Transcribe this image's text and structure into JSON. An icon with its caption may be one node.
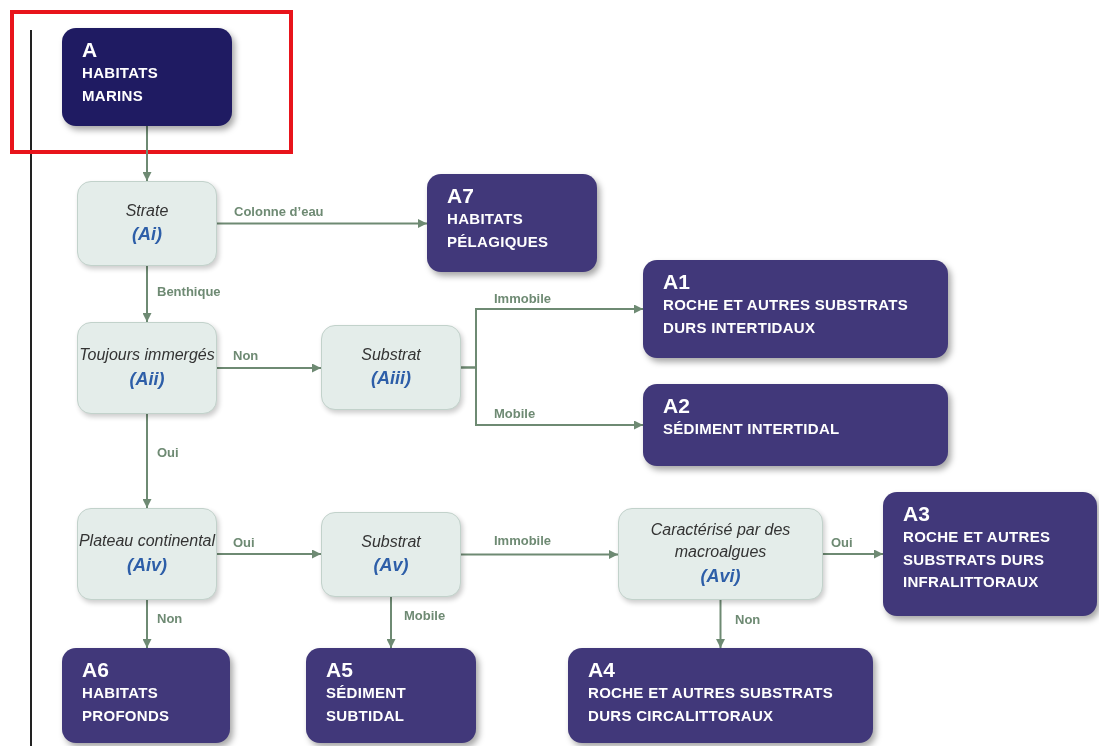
{
  "diagram": {
    "nodes": [
      {
        "text": [
          "A",
          "HABITATS MARINS"
        ]
      },
      {
        "text": [
          "Strate",
          "(Ai)"
        ]
      },
      {
        "text": [
          "A7",
          "HABITATS PÉLAGIQUES"
        ]
      },
      {
        "text": [
          "Toujours immergés",
          "(Aii)"
        ]
      },
      {
        "text": [
          "Substrat",
          "(Aiii)"
        ]
      },
      {
        "text": [
          "A1",
          "ROCHE ET AUTRES SUBSTRATS DURS INTERTIDAUX"
        ]
      },
      {
        "text": [
          "A2",
          "SÉDIMENT INTERTIDAL"
        ]
      },
      {
        "text": [
          "Plateau continental",
          "(Aiv)"
        ]
      },
      {
        "text": [
          "Substrat",
          "(Av)"
        ]
      },
      {
        "text": [
          "Caractérisé par des macroalgues",
          "(Avi)"
        ]
      },
      {
        "text": [
          "A3",
          "ROCHE ET AUTRES SUBSTRATS DURS INFRALITTORAUX"
        ]
      },
      {
        "text": [
          "A6",
          "HABITATS PROFONDS"
        ]
      },
      {
        "text": [
          "A5",
          "SÉDIMENT SUBTIDAL"
        ]
      },
      {
        "text": [
          "A4",
          "ROCHE ET AUTRES SUBSTRATS DURS CIRCALITTORAUX"
        ]
      }
    ],
    "edges": [
      {
        "from": 0,
        "to": 1,
        "arrow": "to"
      },
      {
        "from": 1,
        "to": 2,
        "arrow": "to",
        "label": "Colonne d’eau"
      },
      {
        "from": 1,
        "to": 3,
        "arrow": "to",
        "label": "Benthique"
      },
      {
        "from": 3,
        "to": 4,
        "arrow": "to",
        "label": "Non"
      },
      {
        "from": 4,
        "to": 5,
        "arrow": "to",
        "label": "Immobile"
      },
      {
        "from": 4,
        "to": 6,
        "arrow": "to",
        "label": "Mobile"
      },
      {
        "from": 3,
        "to": 7,
        "arrow": "to",
        "label": "Oui"
      },
      {
        "from": 7,
        "to": 8,
        "arrow": "to",
        "label": "Oui"
      },
      {
        "from": 8,
        "to": 9,
        "arrow": "to",
        "label": "Immobile"
      },
      {
        "from": 9,
        "to": 10,
        "arrow": "to",
        "label": "Oui"
      },
      {
        "from": 7,
        "to": 11,
        "arrow": "to",
        "label": "Non"
      },
      {
        "from": 8,
        "to": 12,
        "arrow": "to",
        "label": "Mobile"
      },
      {
        "from": 9,
        "to": 13,
        "arrow": "to",
        "label": "Non"
      }
    ]
  }
}
